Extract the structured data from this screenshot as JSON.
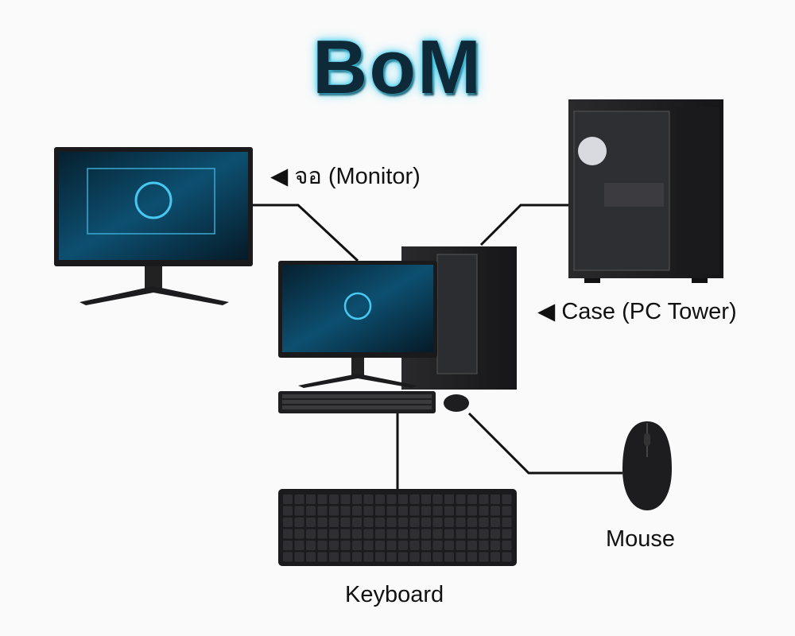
{
  "title": "BoM",
  "labels": {
    "monitor": "◀ จอ (Monitor)",
    "case": "◀ Case (PC Tower)",
    "mouse": "Mouse",
    "keyboard": "Keyboard"
  },
  "colors": {
    "title": "#0e2a38",
    "glow": "#39c6e8",
    "device": "#1c1c1e",
    "screen": "#0b3a55",
    "line": "#111111"
  }
}
